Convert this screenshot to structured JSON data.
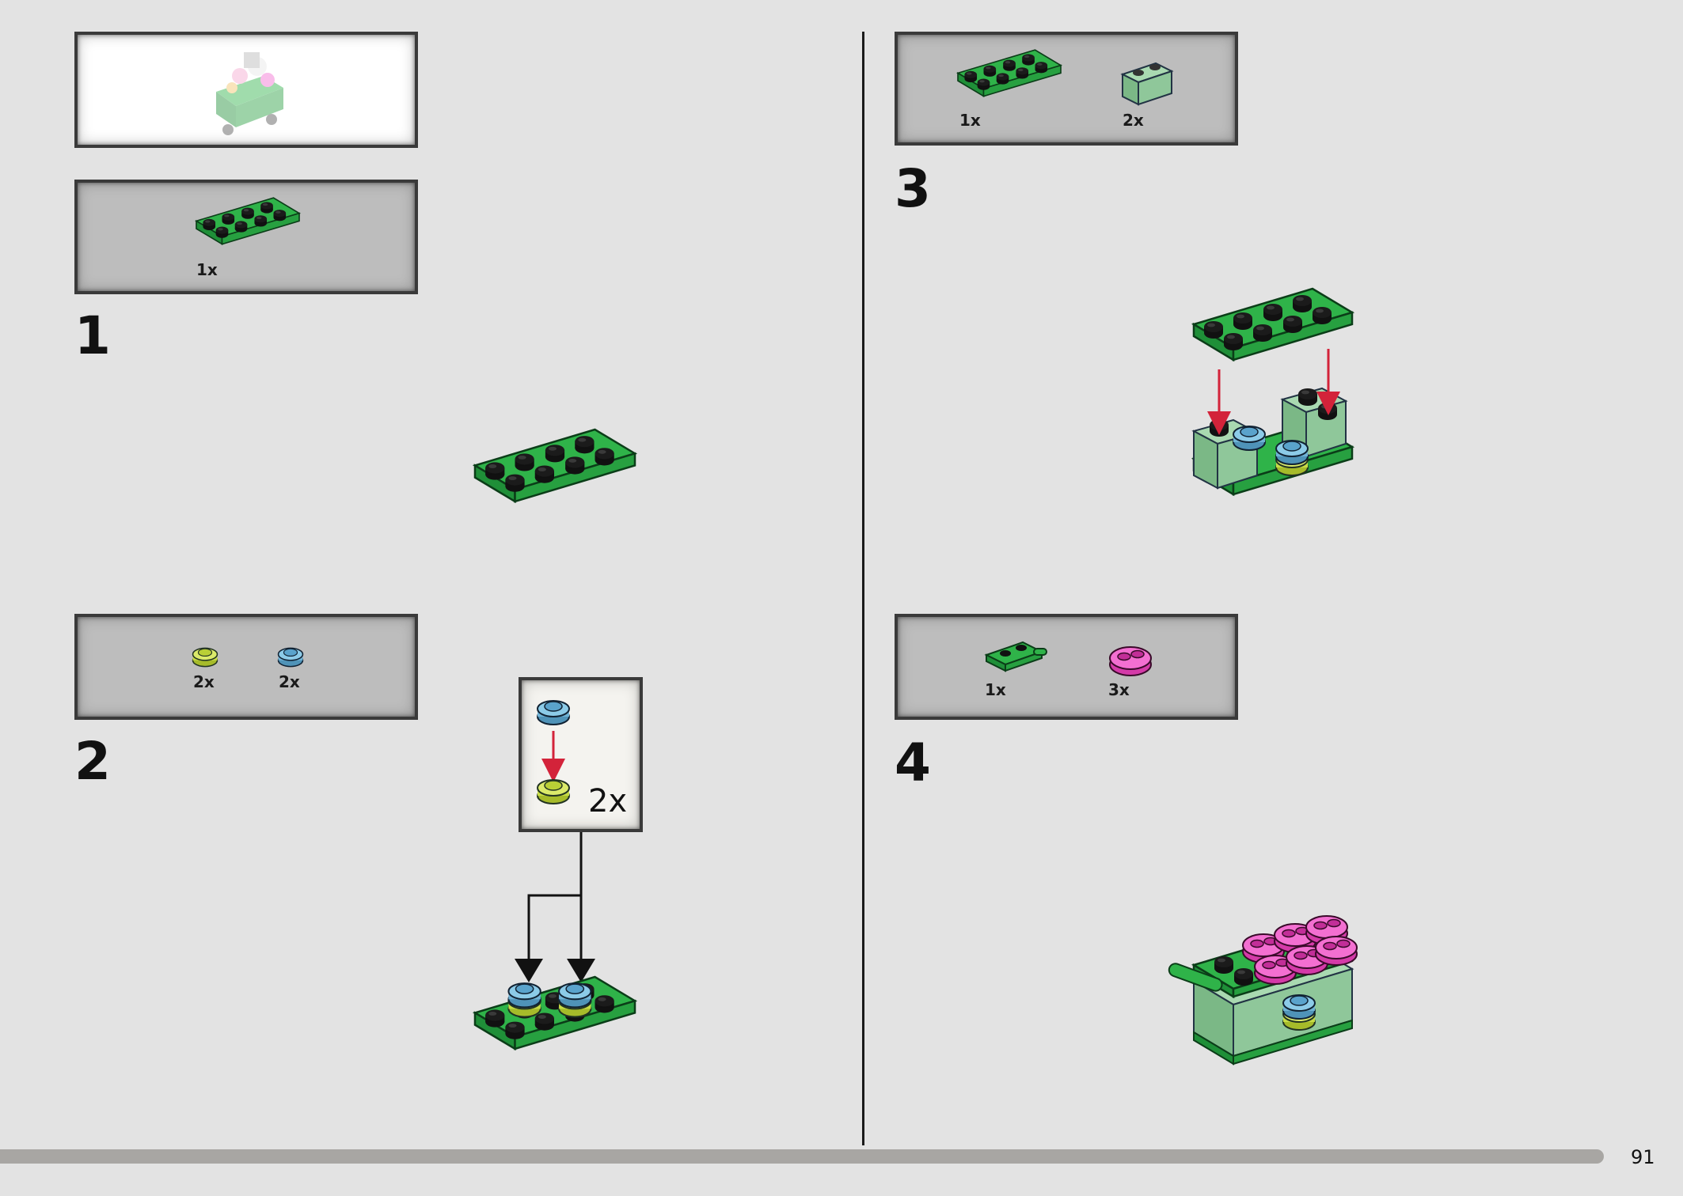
{
  "page_number": "91",
  "preview": {
    "description_icon": "completed-model-icon"
  },
  "steps": [
    {
      "number": "1",
      "parts": [
        {
          "qty": "1x",
          "icon": "green-plate-2x4-icon"
        }
      ]
    },
    {
      "number": "2",
      "parts": [
        {
          "qty": "2x",
          "icon": "lime-round-plate-icon"
        },
        {
          "qty": "2x",
          "icon": "blue-round-plate-icon"
        }
      ],
      "callout_qty": "2x"
    },
    {
      "number": "3",
      "parts": [
        {
          "qty": "1x",
          "icon": "green-plate-2x4-icon"
        },
        {
          "qty": "2x",
          "icon": "sand-green-brick-1x2-icon"
        }
      ]
    },
    {
      "number": "4",
      "parts": [
        {
          "qty": "1x",
          "icon": "green-plate-handle-icon"
        },
        {
          "qty": "3x",
          "icon": "pink-plate-1x2-rounded-icon"
        }
      ]
    }
  ],
  "colors": {
    "green": "#2fb349",
    "sand_green": "#8fc79a",
    "pink": "#f257c8",
    "lime": "#c7dc45",
    "blue": "#6fb3d6",
    "arrow_red": "#d3233a"
  }
}
